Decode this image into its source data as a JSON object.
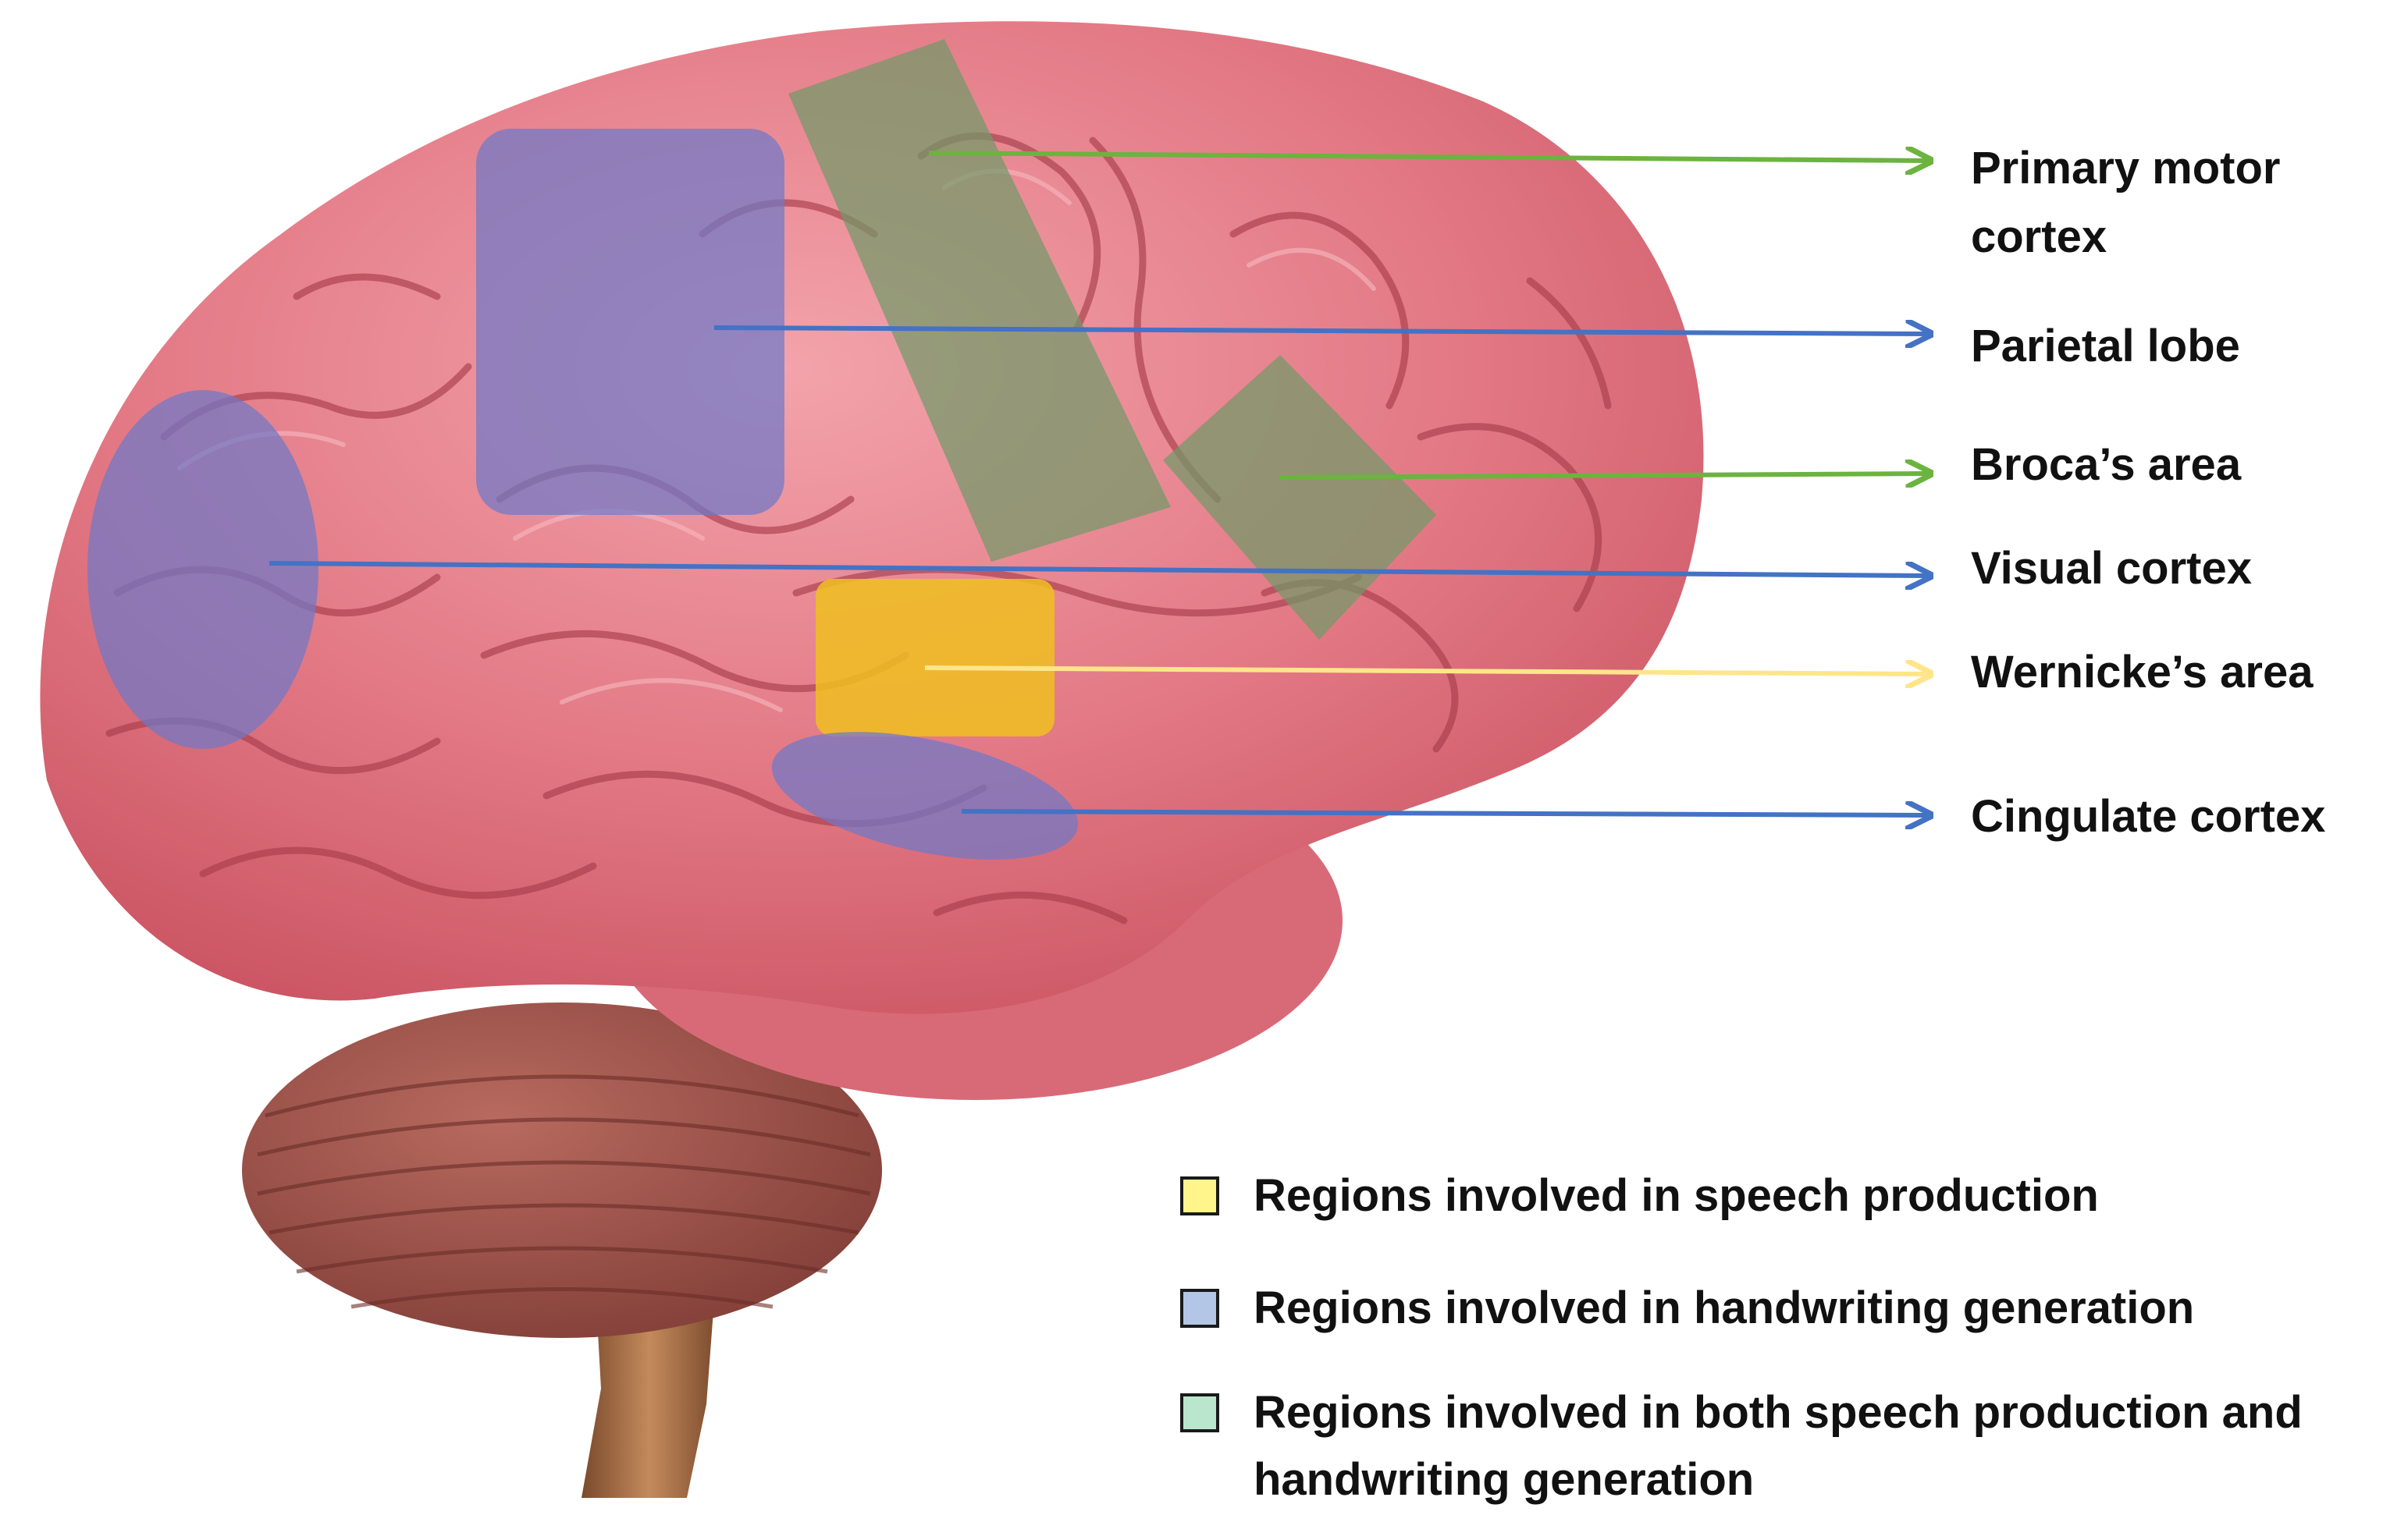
{
  "regions": [
    {
      "id": "primary-motor",
      "label": "Primary motor cortex",
      "category": "both"
    },
    {
      "id": "parietal",
      "label": "Parietal lobe",
      "category": "handwriting"
    },
    {
      "id": "broca",
      "label": "Broca’s area",
      "category": "both"
    },
    {
      "id": "visual",
      "label": "Visual cortex",
      "category": "handwriting"
    },
    {
      "id": "wernicke",
      "label": "Wernicke’s area",
      "category": "speech"
    },
    {
      "id": "cingulate",
      "label": "Cingulate cortex",
      "category": "handwriting"
    }
  ],
  "legend": [
    {
      "category": "speech",
      "text": "Regions involved in speech production",
      "color": "#fff58a"
    },
    {
      "category": "handwriting",
      "text": "Regions involved in handwriting generation",
      "color": "#b3c6e6"
    },
    {
      "category": "both",
      "text": "Regions involved in both speech production and handwriting generation",
      "color": "#b9e6cc"
    }
  ],
  "colors": {
    "arrow_green": "#6cb33f",
    "arrow_blue": "#4472c4",
    "arrow_yellow": "#ffe58a",
    "overlay_blue": "#6f78c8",
    "overlay_green": "#6f9a68",
    "overlay_yellow": "#f0c020",
    "brain_pink": "#e47a86",
    "cerebellum": "#9a4e47"
  },
  "icons": [
    "brain-illustration",
    "arrow-icon"
  ]
}
